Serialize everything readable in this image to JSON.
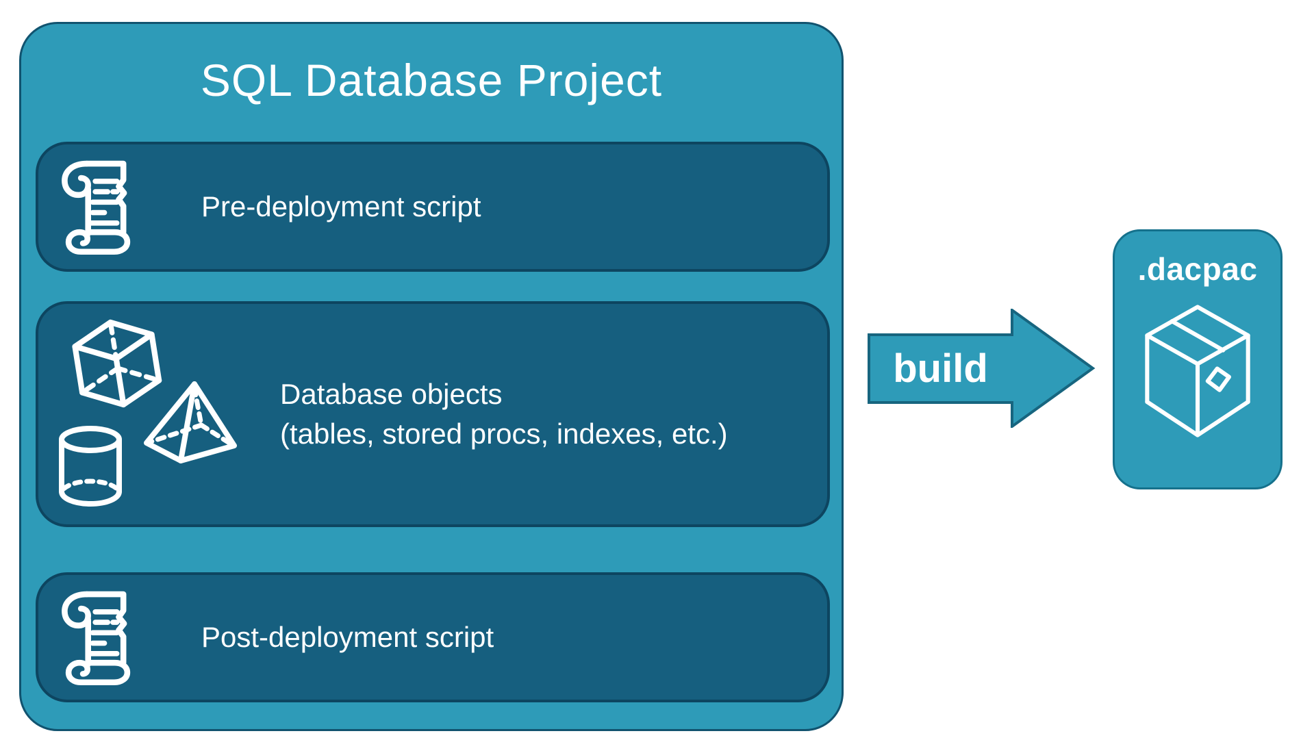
{
  "project": {
    "title": "SQL Database Project",
    "boxes": [
      {
        "id": "pre-deployment-script",
        "icon": "scroll-icon",
        "label": "Pre-deployment script"
      },
      {
        "id": "database-objects",
        "icons": [
          "cube-icon",
          "pyramid-icon",
          "cylinder-icon"
        ],
        "label": "Database objects",
        "sublabel": "(tables, stored procs, indexes, etc.)"
      },
      {
        "id": "post-deployment-script",
        "icon": "scroll-icon",
        "label": "Post-deployment script"
      }
    ]
  },
  "build_arrow": {
    "label": "build",
    "icon": "arrow-right-icon"
  },
  "dacpac": {
    "label": ".dacpac",
    "icon": "package-icon"
  },
  "colors": {
    "teal": "#2E9BB8",
    "panel_dark": "#165F7F",
    "panel_border": "#0D4560",
    "container_border": "#11536F",
    "arrow_border": "#17657F",
    "text": "#FFFFFF",
    "background": "#FFFFFF"
  }
}
